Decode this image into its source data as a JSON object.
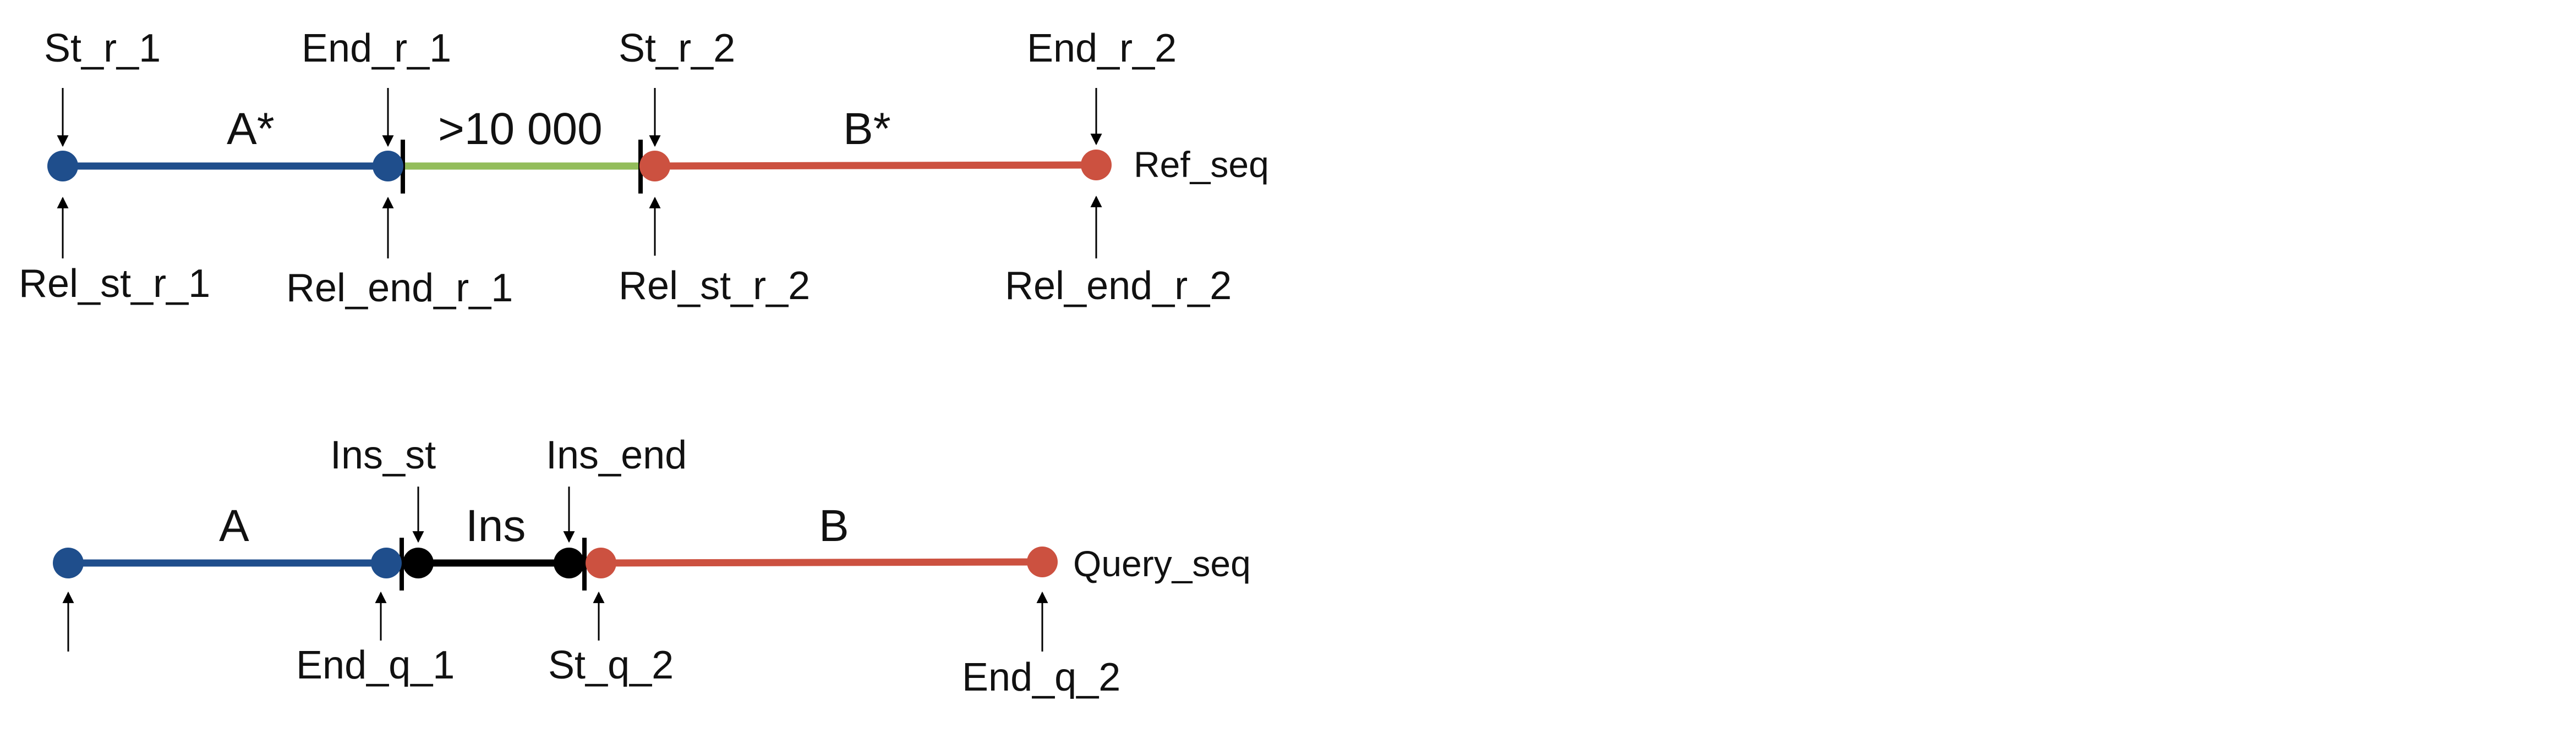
{
  "colors": {
    "blue": "#1f4e8c",
    "green": "#93bd5b",
    "red": "#cc5140",
    "black": "#000000"
  },
  "ref_row": {
    "sequence_label": "Ref_seq",
    "segment_a": "A*",
    "gap": ">10 000",
    "segment_b": "B*",
    "top_labels": {
      "st_r_1": "St_r_1",
      "end_r_1": "End_r_1",
      "st_r_2": "St_r_2",
      "end_r_2": "End_r_2"
    },
    "bottom_labels": {
      "rel_st_r_1": "Rel_st_r_1",
      "rel_end_r_1": "Rel_end_r_1",
      "rel_st_r_2": "Rel_st_r_2",
      "rel_end_r_2": "Rel_end_r_2"
    }
  },
  "query_row": {
    "sequence_label": "Query_seq",
    "segment_a": "A",
    "insertion": "Ins",
    "segment_b": "B",
    "top_labels": {
      "ins_st": "Ins_st",
      "ins_end": "Ins_end"
    },
    "bottom_labels": {
      "end_q_1": "End_q_1",
      "st_q_2": "St_q_2",
      "end_q_2": "End_q_2"
    }
  }
}
